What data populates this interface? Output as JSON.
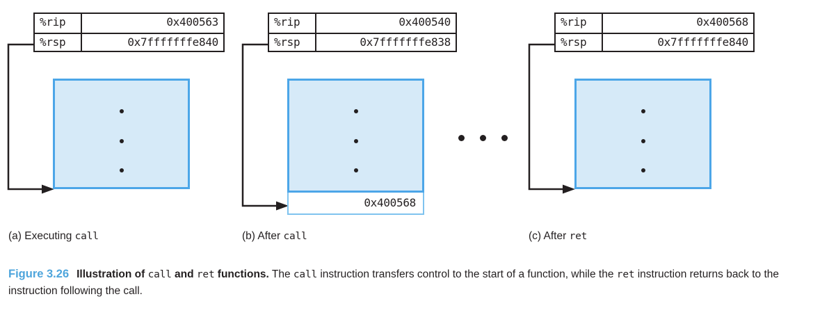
{
  "figure": {
    "number": "Figure 3.26",
    "title_pre": "Illustration of ",
    "title_call": "call",
    "title_mid": " and ",
    "title_ret": "ret",
    "title_post": " functions.",
    "body_1": " The ",
    "body_call": "call",
    "body_2": " instruction transfers control to the start of a function, while the ",
    "body_ret": "ret",
    "body_3": " instruction returns back to the instruction following the call."
  },
  "colors": {
    "stack_fill": "#d6eaf8",
    "stack_border": "#4ca6e8",
    "accent": "#4ea5dc",
    "ink": "#231f20"
  },
  "panels": [
    {
      "id": "a",
      "caption_prefix": "(a) Executing ",
      "caption_mono": "call",
      "registers": [
        {
          "name": "%rip",
          "value": "0x400563"
        },
        {
          "name": "%rsp",
          "value": "0x7fffffffe840"
        }
      ],
      "pushed_value": null
    },
    {
      "id": "b",
      "caption_prefix": "(b) After ",
      "caption_mono": "call",
      "registers": [
        {
          "name": "%rip",
          "value": "0x400540"
        },
        {
          "name": "%rsp",
          "value": "0x7fffffffe838"
        }
      ],
      "pushed_value": "0x400568"
    },
    {
      "id": "c",
      "caption_prefix": "(c) After ",
      "caption_mono": "ret",
      "registers": [
        {
          "name": "%rip",
          "value": "0x400568"
        },
        {
          "name": "%rsp",
          "value": "0x7fffffffe840"
        }
      ],
      "pushed_value": null
    }
  ],
  "ellipsis": {
    "between_panels": "...",
    "in_stack": "..."
  }
}
